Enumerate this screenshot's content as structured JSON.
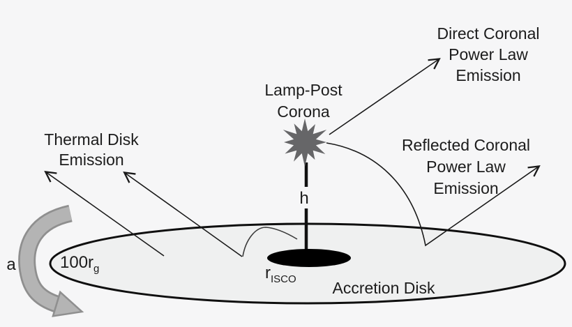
{
  "figure": {
    "type": "physics-schematic",
    "subject": "Lamp-post corona geometry above a black-hole accretion disk"
  },
  "labels": {
    "direct_emission": "Direct Coronal\nPower Law\nEmission",
    "lamp_post_corona": "Lamp-Post\nCorona",
    "thermal_disk_emission": "Thermal Disk\nEmission",
    "reflected_emission": "Reflected Coronal\nPower Law\nEmission",
    "accretion_disk": "Accretion Disk",
    "corona_height": "h",
    "black_hole_spin": "a",
    "disk_outer_radius": {
      "main": "100r",
      "sub": "g"
    },
    "isco_radius": {
      "main": "r",
      "sub": "ISCO"
    }
  },
  "icons": {
    "corona_starburst": "starburst-icon",
    "spin_arrow": "curved-rotation-arrow-icon"
  },
  "colors": {
    "background": "#f6f6f7",
    "ink": "#1c1c1c",
    "arrow_stroke": "#1a1a1a",
    "corona_gray": "#666668",
    "spin_arrow_fill": "#b4b4b4",
    "spin_arrow_outline": "#8f8f8f",
    "disk_fill": "#eff0f0",
    "disk_stroke": "#0f0f0f",
    "isco_fill": "#000000"
  }
}
